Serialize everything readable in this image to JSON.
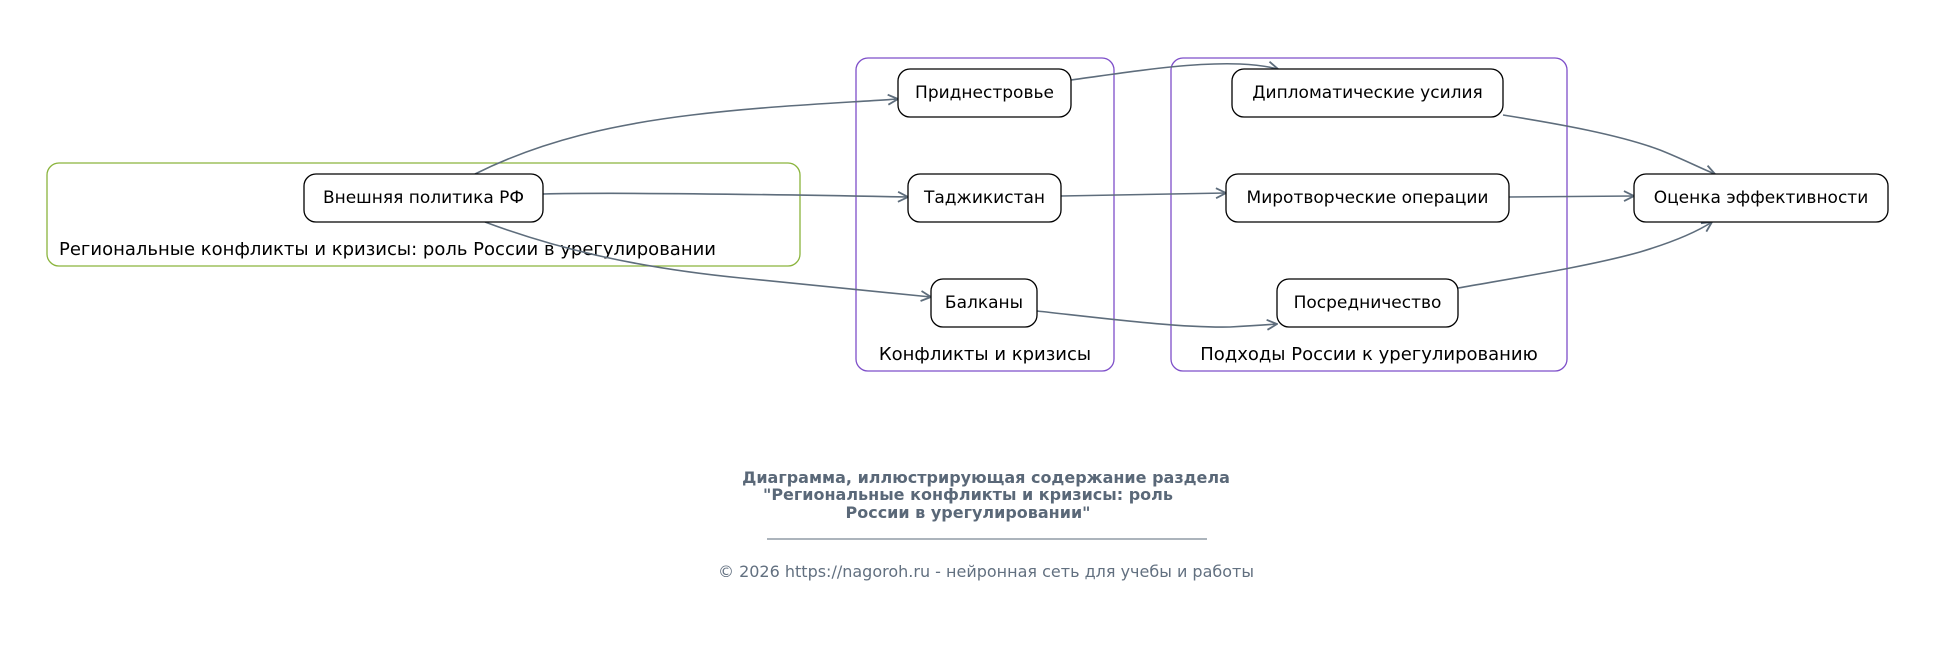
{
  "clusters": {
    "main": "Региональные конфликты и кризисы: роль России в урегулировании",
    "conflicts": "Конфликты и кризисы",
    "approaches": "Подходы России к урегулированию"
  },
  "nodes": {
    "policy": "Внешняя политика РФ",
    "transnistria": "Приднестровье",
    "tajikistan": "Таджикистан",
    "balkans": "Балканы",
    "diplomacy": "Дипломатические усилия",
    "peacekeeping": "Миротворческие операции",
    "mediation": "Посредничество",
    "evaluation": "Оценка эффективности"
  },
  "colors": {
    "main_cluster": "#8ab43c",
    "sub_cluster": "#7e4fc9",
    "edge": "#5e6d7c"
  },
  "caption": {
    "line1": "Диаграмма, иллюстрирующая содержание раздела",
    "line2": "\"Региональные конфликты и кризисы: роль",
    "line3": "России в урегулировании\""
  },
  "footer": "© 2026 https://nagoroh.ru - нейронная сеть для учебы и работы"
}
